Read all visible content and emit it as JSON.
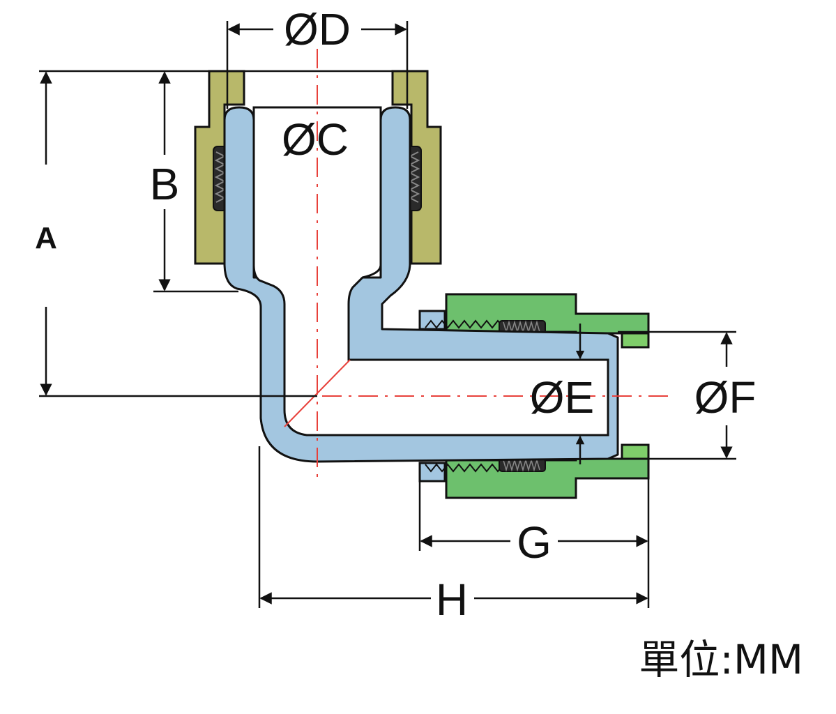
{
  "labels": {
    "phi_d": "ØD",
    "phi_c": "ØC",
    "phi_e": "ØE",
    "phi_f": "ØF",
    "b": "B",
    "a": "A",
    "g": "G",
    "h": "H"
  },
  "unit_text": "單位:MM",
  "colors": {
    "pipe": "#a3c6e0",
    "top_nut": "#b8b86a",
    "side_nut": "#6dc06d",
    "right_cap": "#7fce6a",
    "centerline": "#e8413b",
    "outline": "#111111"
  }
}
